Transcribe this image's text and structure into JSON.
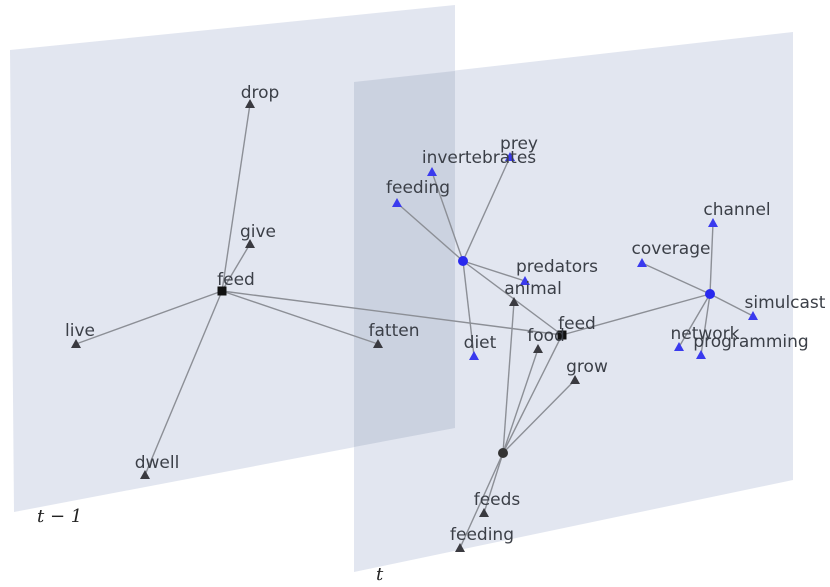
{
  "planes": {
    "left": {
      "label": "t − 1"
    },
    "right": {
      "label": "t"
    }
  },
  "colors": {
    "plane_fill": "#dfe3ee",
    "overlap_fill": "#c9cfde",
    "edge": "#8c8f96",
    "word_node": "#3a3a40",
    "hub_black": "#111111",
    "hub_blue": "#2929ee",
    "hub_dark": "#333333",
    "blue_node": "#3a3aee"
  },
  "nodes": [
    {
      "id": "l_drop",
      "label": "drop",
      "shape": "triangle",
      "color": "#3a3a40"
    },
    {
      "id": "l_give",
      "label": "give",
      "shape": "triangle",
      "color": "#3a3a40"
    },
    {
      "id": "l_feed",
      "label": "feed",
      "shape": "square",
      "color": "#111111"
    },
    {
      "id": "l_live",
      "label": "live",
      "shape": "triangle",
      "color": "#3a3a40"
    },
    {
      "id": "l_fatten",
      "label": "fatten",
      "shape": "triangle",
      "color": "#3a3a40"
    },
    {
      "id": "l_dwell",
      "label": "dwell",
      "shape": "triangle",
      "color": "#3a3a40"
    },
    {
      "id": "b_hub",
      "label": "",
      "shape": "circle",
      "color": "#2929ee"
    },
    {
      "id": "b_prey",
      "label": "prey",
      "shape": "triangle",
      "color": "#3a3aee"
    },
    {
      "id": "b_invert",
      "label": "invertebrates",
      "shape": "triangle",
      "color": "#3a3aee"
    },
    {
      "id": "b_feeding",
      "label": "feeding",
      "shape": "triangle",
      "color": "#3a3aee"
    },
    {
      "id": "b_predators",
      "label": "predators",
      "shape": "triangle",
      "color": "#3a3aee"
    },
    {
      "id": "b_diet",
      "label": "diet",
      "shape": "triangle",
      "color": "#3a3aee"
    },
    {
      "id": "r_feed",
      "label": "feed",
      "shape": "square",
      "color": "#111111"
    },
    {
      "id": "r_animal",
      "label": "animal",
      "shape": "triangle",
      "color": "#3a3a40"
    },
    {
      "id": "r_food",
      "label": "food",
      "shape": "triangle",
      "color": "#3a3a40"
    },
    {
      "id": "r_grow",
      "label": "grow",
      "shape": "triangle",
      "color": "#3a3a40"
    },
    {
      "id": "d_hub",
      "label": "",
      "shape": "circle",
      "color": "#333333"
    },
    {
      "id": "d_feeds",
      "label": "feeds",
      "shape": "triangle",
      "color": "#3a3a40"
    },
    {
      "id": "d_feeding",
      "label": "feeding",
      "shape": "triangle",
      "color": "#3a3a40"
    },
    {
      "id": "m_hub",
      "label": "",
      "shape": "circle",
      "color": "#2929ee"
    },
    {
      "id": "m_channel",
      "label": "channel",
      "shape": "triangle",
      "color": "#3a3aee"
    },
    {
      "id": "m_coverage",
      "label": "coverage",
      "shape": "triangle",
      "color": "#3a3aee"
    },
    {
      "id": "m_simulcast",
      "label": "simulcast",
      "shape": "triangle",
      "color": "#3a3aee"
    },
    {
      "id": "m_network",
      "label": "network",
      "shape": "triangle",
      "color": "#3a3aee"
    },
    {
      "id": "m_programming",
      "label": "programming",
      "shape": "triangle",
      "color": "#3a3aee"
    }
  ],
  "edges": [
    [
      "l_feed",
      "l_drop"
    ],
    [
      "l_feed",
      "l_give"
    ],
    [
      "l_feed",
      "l_live"
    ],
    [
      "l_feed",
      "l_fatten"
    ],
    [
      "l_feed",
      "l_dwell"
    ],
    [
      "l_feed",
      "r_feed"
    ],
    [
      "b_hub",
      "b_prey"
    ],
    [
      "b_hub",
      "b_invert"
    ],
    [
      "b_hub",
      "b_feeding"
    ],
    [
      "b_hub",
      "b_predators"
    ],
    [
      "b_hub",
      "b_diet"
    ],
    [
      "b_hub",
      "r_feed"
    ],
    [
      "r_feed",
      "m_hub"
    ],
    [
      "r_feed",
      "d_hub"
    ],
    [
      "d_hub",
      "r_animal"
    ],
    [
      "d_hub",
      "r_food"
    ],
    [
      "d_hub",
      "r_grow"
    ],
    [
      "d_hub",
      "d_feeds"
    ],
    [
      "d_hub",
      "d_feeding"
    ],
    [
      "m_hub",
      "m_channel"
    ],
    [
      "m_hub",
      "m_coverage"
    ],
    [
      "m_hub",
      "m_simulcast"
    ],
    [
      "m_hub",
      "m_network"
    ],
    [
      "m_hub",
      "m_programming"
    ]
  ]
}
